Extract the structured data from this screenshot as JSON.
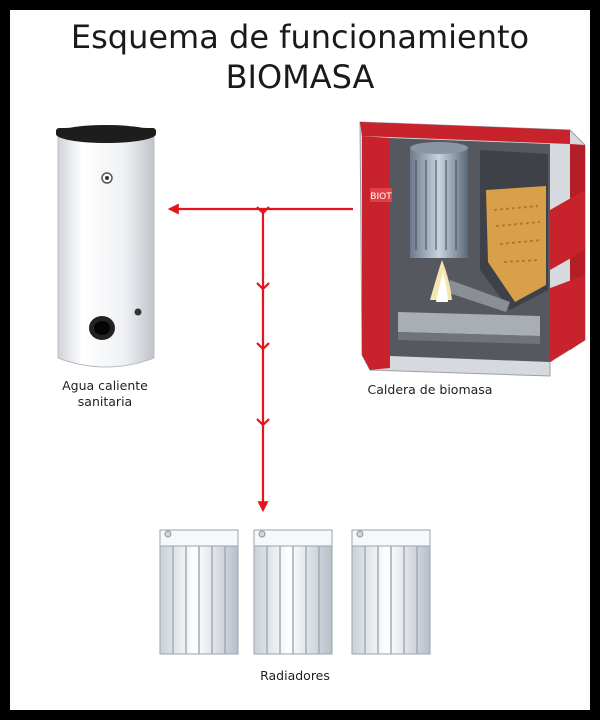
{
  "title": {
    "line1": "Esquema de funcionamiento",
    "line2": "BIOMASA"
  },
  "labels": {
    "tank_line1": "Agua caliente",
    "tank_line2": "sanitaria",
    "boiler": "Caldera de biomasa",
    "radiators": "Radiadores"
  },
  "boiler_logo": "BIOT",
  "colors": {
    "arrow": "#e3141b",
    "boiler_red": "#c8232c",
    "tank_body": "#f2f3f5",
    "tank_cap": "#1d1d1d",
    "pellets": "#d9a04a",
    "radiator": "#e8ecf1"
  },
  "icons": {
    "tank": "hot-water-tank-icon",
    "boiler": "biomass-boiler-icon",
    "radiator": "radiator-icon"
  }
}
